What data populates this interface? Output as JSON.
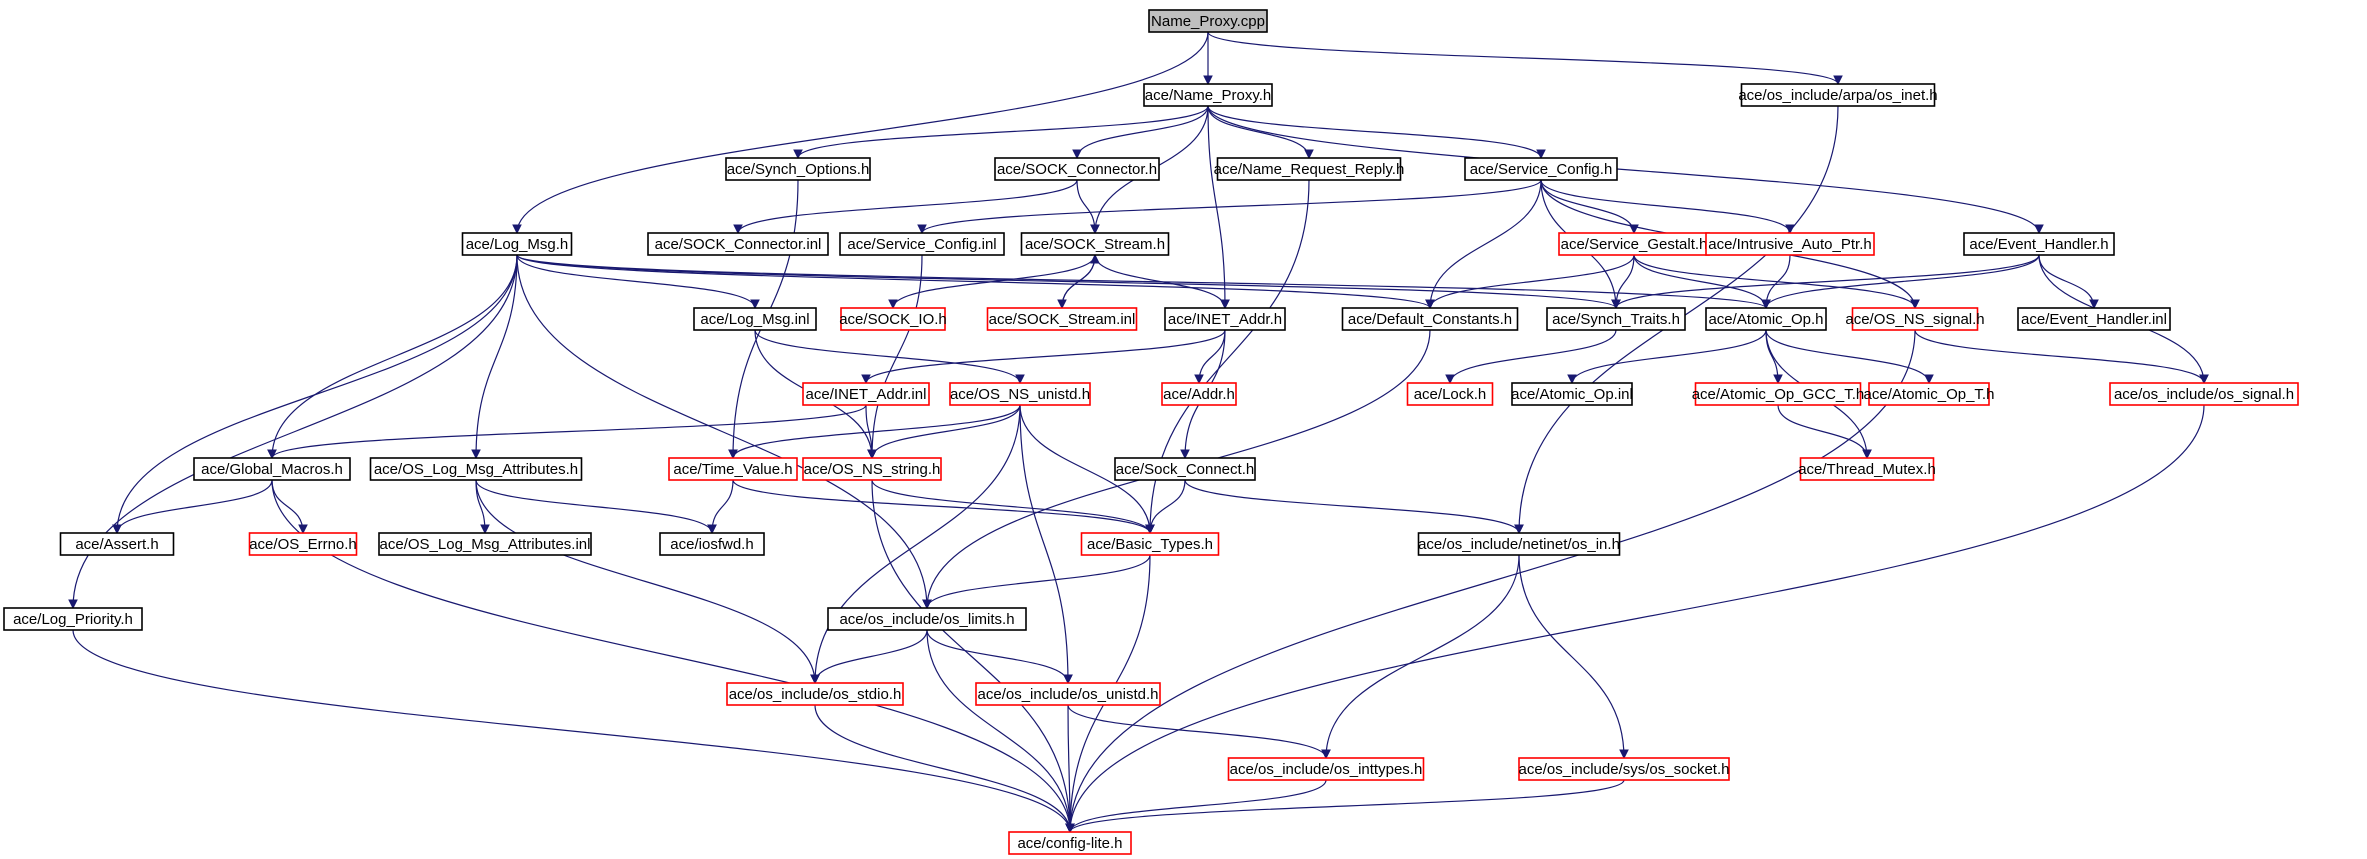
{
  "diagram": {
    "type": "include-dependency-graph",
    "root": "n0",
    "colors": {
      "edge": "#191970",
      "border_documented": "#000000",
      "border_undocumented": "#ff0000",
      "root_fill": "#bfbfbf"
    },
    "nodes": [
      {
        "id": "n0",
        "label": "Name_Proxy.cpp",
        "style": "root"
      },
      {
        "id": "n1",
        "label": "ace/Name_Proxy.h",
        "style": "black"
      },
      {
        "id": "n2",
        "label": "ace/os_include/arpa/os_inet.h",
        "style": "black"
      },
      {
        "id": "n3",
        "label": "ace/Synch_Options.h",
        "style": "black"
      },
      {
        "id": "n4",
        "label": "ace/SOCK_Connector.h",
        "style": "black"
      },
      {
        "id": "n5",
        "label": "ace/Name_Request_Reply.h",
        "style": "black"
      },
      {
        "id": "n6",
        "label": "ace/Service_Config.h",
        "style": "black"
      },
      {
        "id": "n7",
        "label": "ace/Log_Msg.h",
        "style": "black"
      },
      {
        "id": "n8",
        "label": "ace/SOCK_Connector.inl",
        "style": "black"
      },
      {
        "id": "n9",
        "label": "ace/Service_Config.inl",
        "style": "black"
      },
      {
        "id": "n10",
        "label": "ace/SOCK_Stream.h",
        "style": "black"
      },
      {
        "id": "n11",
        "label": "ace/Service_Gestalt.h",
        "style": "red"
      },
      {
        "id": "n12",
        "label": "ace/Intrusive_Auto_Ptr.h",
        "style": "red"
      },
      {
        "id": "n13",
        "label": "ace/Event_Handler.h",
        "style": "black"
      },
      {
        "id": "n14",
        "label": "ace/Log_Msg.inl",
        "style": "black"
      },
      {
        "id": "n15",
        "label": "ace/SOCK_IO.h",
        "style": "red"
      },
      {
        "id": "n16",
        "label": "ace/SOCK_Stream.inl",
        "style": "red"
      },
      {
        "id": "n17",
        "label": "ace/INET_Addr.h",
        "style": "black"
      },
      {
        "id": "n18",
        "label": "ace/Default_Constants.h",
        "style": "black"
      },
      {
        "id": "n19",
        "label": "ace/Synch_Traits.h",
        "style": "black"
      },
      {
        "id": "n20",
        "label": "ace/Atomic_Op.h",
        "style": "black"
      },
      {
        "id": "n21",
        "label": "ace/OS_NS_signal.h",
        "style": "red"
      },
      {
        "id": "n22",
        "label": "ace/Event_Handler.inl",
        "style": "black"
      },
      {
        "id": "n23",
        "label": "ace/INET_Addr.inl",
        "style": "red"
      },
      {
        "id": "n24",
        "label": "ace/OS_NS_unistd.h",
        "style": "red"
      },
      {
        "id": "n25",
        "label": "ace/Addr.h",
        "style": "red"
      },
      {
        "id": "n26",
        "label": "ace/Lock.h",
        "style": "red"
      },
      {
        "id": "n27",
        "label": "ace/Atomic_Op.inl",
        "style": "black"
      },
      {
        "id": "n28",
        "label": "ace/Atomic_Op_GCC_T.h",
        "style": "red"
      },
      {
        "id": "n29",
        "label": "ace/Atomic_Op_T.h",
        "style": "red"
      },
      {
        "id": "n30",
        "label": "ace/os_include/os_signal.h",
        "style": "red"
      },
      {
        "id": "n31",
        "label": "ace/Global_Macros.h",
        "style": "black"
      },
      {
        "id": "n32",
        "label": "ace/OS_Log_Msg_Attributes.h",
        "style": "black"
      },
      {
        "id": "n33",
        "label": "ace/Time_Value.h",
        "style": "red"
      },
      {
        "id": "n34",
        "label": "ace/OS_NS_string.h",
        "style": "red"
      },
      {
        "id": "n35",
        "label": "ace/Sock_Connect.h",
        "style": "black"
      },
      {
        "id": "n36",
        "label": "ace/Thread_Mutex.h",
        "style": "red"
      },
      {
        "id": "n37",
        "label": "ace/Assert.h",
        "style": "black"
      },
      {
        "id": "n38",
        "label": "ace/OS_Errno.h",
        "style": "red"
      },
      {
        "id": "n39",
        "label": "ace/OS_Log_Msg_Attributes.inl",
        "style": "black"
      },
      {
        "id": "n40",
        "label": "ace/iosfwd.h",
        "style": "black"
      },
      {
        "id": "n41",
        "label": "ace/Basic_Types.h",
        "style": "red"
      },
      {
        "id": "n42",
        "label": "ace/os_include/netinet/os_in.h",
        "style": "black"
      },
      {
        "id": "n43",
        "label": "ace/Log_Priority.h",
        "style": "black"
      },
      {
        "id": "n44",
        "label": "ace/os_include/os_limits.h",
        "style": "black"
      },
      {
        "id": "n45",
        "label": "ace/os_include/os_stdio.h",
        "style": "red"
      },
      {
        "id": "n46",
        "label": "ace/os_include/os_unistd.h",
        "style": "red"
      },
      {
        "id": "n47",
        "label": "ace/os_include/os_inttypes.h",
        "style": "red"
      },
      {
        "id": "n48",
        "label": "ace/os_include/sys/os_socket.h",
        "style": "red"
      },
      {
        "id": "n49",
        "label": "ace/config-lite.h",
        "style": "red"
      }
    ],
    "edges": [
      [
        "n0",
        "n1"
      ],
      [
        "n0",
        "n2"
      ],
      [
        "n0",
        "n7"
      ],
      [
        "n1",
        "n3"
      ],
      [
        "n1",
        "n4"
      ],
      [
        "n1",
        "n5"
      ],
      [
        "n1",
        "n6"
      ],
      [
        "n1",
        "n10"
      ],
      [
        "n1",
        "n17"
      ],
      [
        "n1",
        "n13"
      ],
      [
        "n2",
        "n42"
      ],
      [
        "n3",
        "n33"
      ],
      [
        "n4",
        "n8"
      ],
      [
        "n4",
        "n10"
      ],
      [
        "n5",
        "n41"
      ],
      [
        "n6",
        "n9"
      ],
      [
        "n6",
        "n11"
      ],
      [
        "n6",
        "n12"
      ],
      [
        "n6",
        "n18"
      ],
      [
        "n6",
        "n19"
      ],
      [
        "n6",
        "n21"
      ],
      [
        "n7",
        "n14"
      ],
      [
        "n7",
        "n18"
      ],
      [
        "n7",
        "n19"
      ],
      [
        "n7",
        "n20"
      ],
      [
        "n7",
        "n31"
      ],
      [
        "n7",
        "n32"
      ],
      [
        "n7",
        "n37"
      ],
      [
        "n7",
        "n43"
      ],
      [
        "n7",
        "n44"
      ],
      [
        "n9",
        "n34"
      ],
      [
        "n10",
        "n15"
      ],
      [
        "n10",
        "n16"
      ],
      [
        "n10",
        "n17"
      ],
      [
        "n16",
        "n10"
      ],
      [
        "n11",
        "n18"
      ],
      [
        "n11",
        "n19"
      ],
      [
        "n11",
        "n20"
      ],
      [
        "n11",
        "n21"
      ],
      [
        "n12",
        "n20"
      ],
      [
        "n13",
        "n19"
      ],
      [
        "n13",
        "n20"
      ],
      [
        "n13",
        "n22"
      ],
      [
        "n13",
        "n30"
      ],
      [
        "n14",
        "n24"
      ],
      [
        "n14",
        "n34"
      ],
      [
        "n17",
        "n23"
      ],
      [
        "n17",
        "n25"
      ],
      [
        "n17",
        "n35"
      ],
      [
        "n18",
        "n44"
      ],
      [
        "n19",
        "n26"
      ],
      [
        "n20",
        "n27"
      ],
      [
        "n20",
        "n28"
      ],
      [
        "n20",
        "n29"
      ],
      [
        "n20",
        "n36"
      ],
      [
        "n21",
        "n30"
      ],
      [
        "n21",
        "n49"
      ],
      [
        "n23",
        "n31"
      ],
      [
        "n23",
        "n34"
      ],
      [
        "n24",
        "n33"
      ],
      [
        "n24",
        "n34"
      ],
      [
        "n24",
        "n41"
      ],
      [
        "n24",
        "n45"
      ],
      [
        "n24",
        "n46"
      ],
      [
        "n28",
        "n36"
      ],
      [
        "n30",
        "n49"
      ],
      [
        "n31",
        "n37"
      ],
      [
        "n31",
        "n38"
      ],
      [
        "n31",
        "n49"
      ],
      [
        "n32",
        "n39"
      ],
      [
        "n32",
        "n40"
      ],
      [
        "n32",
        "n45"
      ],
      [
        "n33",
        "n40"
      ],
      [
        "n33",
        "n41"
      ],
      [
        "n34",
        "n41"
      ],
      [
        "n34",
        "n49"
      ],
      [
        "n35",
        "n41"
      ],
      [
        "n35",
        "n42"
      ],
      [
        "n41",
        "n44"
      ],
      [
        "n41",
        "n49"
      ],
      [
        "n42",
        "n47"
      ],
      [
        "n42",
        "n48"
      ],
      [
        "n43",
        "n49"
      ],
      [
        "n44",
        "n45"
      ],
      [
        "n44",
        "n46"
      ],
      [
        "n44",
        "n49"
      ],
      [
        "n45",
        "n49"
      ],
      [
        "n46",
        "n47"
      ],
      [
        "n46",
        "n49"
      ],
      [
        "n47",
        "n49"
      ],
      [
        "n48",
        "n49"
      ]
    ]
  }
}
